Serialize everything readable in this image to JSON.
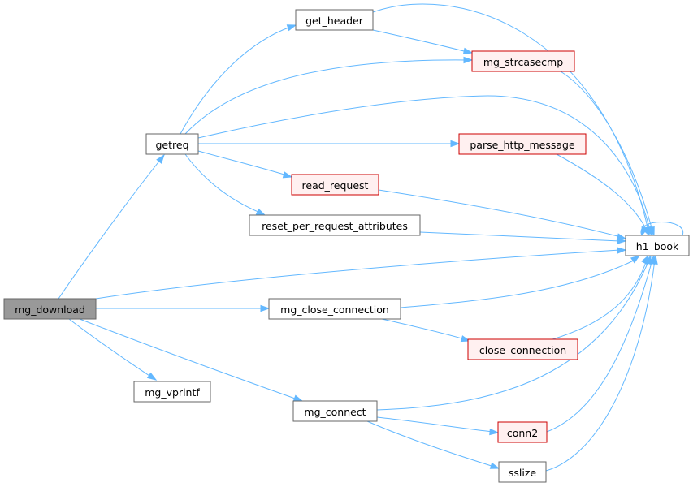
{
  "graph": {
    "nodes": {
      "mg_download": "mg_download",
      "getreq": "getreq",
      "get_header": "get_header",
      "mg_strcasecmp": "mg_strcasecmp",
      "parse_http_message": "parse_http_message",
      "read_request": "read_request",
      "reset_per_request_attributes": "reset_per_request_attributes",
      "h1_book": "h1_book",
      "mg_close_connection": "mg_close_connection",
      "close_connection": "close_connection",
      "mg_vprintf": "mg_vprintf",
      "mg_connect": "mg_connect",
      "conn2": "conn2",
      "sslize": "sslize"
    },
    "node_styles": {
      "mg_download": "root",
      "mg_strcasecmp": "red",
      "parse_http_message": "red",
      "read_request": "red",
      "close_connection": "red",
      "conn2": "red"
    },
    "edges": [
      [
        "mg_download",
        "getreq"
      ],
      [
        "mg_download",
        "h1_book"
      ],
      [
        "mg_download",
        "mg_close_connection"
      ],
      [
        "mg_download",
        "mg_vprintf"
      ],
      [
        "mg_download",
        "mg_connect"
      ],
      [
        "getreq",
        "get_header"
      ],
      [
        "getreq",
        "mg_strcasecmp"
      ],
      [
        "getreq",
        "h1_book"
      ],
      [
        "getreq",
        "parse_http_message"
      ],
      [
        "getreq",
        "read_request"
      ],
      [
        "getreq",
        "reset_per_request_attributes"
      ],
      [
        "get_header",
        "mg_strcasecmp"
      ],
      [
        "get_header",
        "h1_book"
      ],
      [
        "mg_strcasecmp",
        "h1_book"
      ],
      [
        "parse_http_message",
        "h1_book"
      ],
      [
        "read_request",
        "h1_book"
      ],
      [
        "reset_per_request_attributes",
        "h1_book"
      ],
      [
        "h1_book",
        "h1_book"
      ],
      [
        "mg_close_connection",
        "h1_book"
      ],
      [
        "mg_close_connection",
        "close_connection"
      ],
      [
        "close_connection",
        "h1_book"
      ],
      [
        "mg_connect",
        "h1_book"
      ],
      [
        "mg_connect",
        "conn2"
      ],
      [
        "mg_connect",
        "sslize"
      ],
      [
        "conn2",
        "h1_book"
      ],
      [
        "sslize",
        "h1_book"
      ]
    ],
    "colors": {
      "edge": "#63b8ff",
      "node_border": "#666666",
      "root_fill": "#999999",
      "red_border": "#cc0000",
      "red_fill": "#fff0f0"
    }
  }
}
